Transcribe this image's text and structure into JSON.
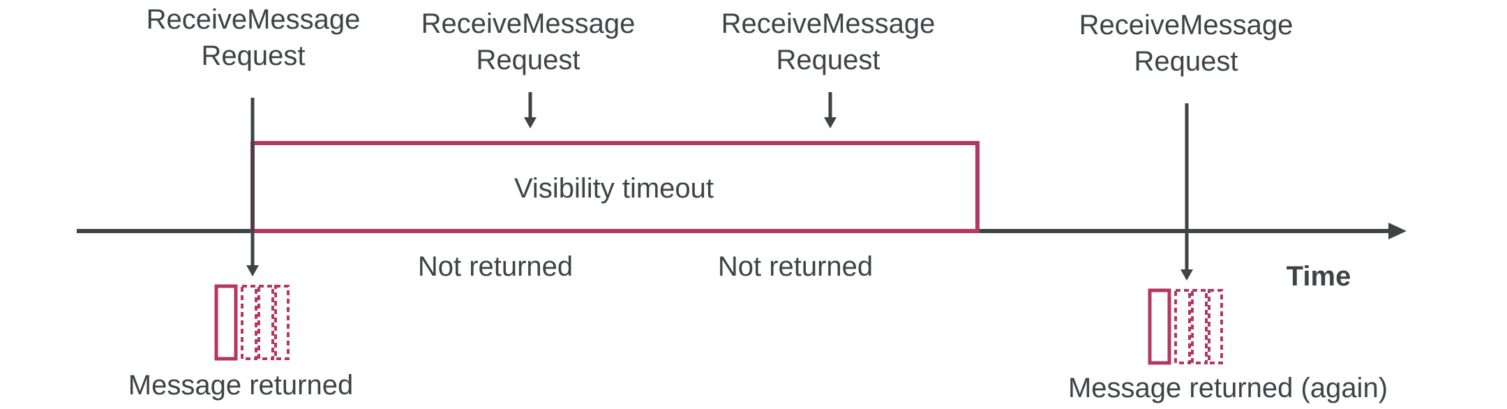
{
  "requests": [
    {
      "line1": "ReceiveMessage",
      "line2": "Request"
    },
    {
      "line1": "ReceiveMessage",
      "line2": "Request"
    },
    {
      "line1": "ReceiveMessage",
      "line2": "Request"
    },
    {
      "line1": "ReceiveMessage",
      "line2": "Request"
    }
  ],
  "visibility_timeout": "Visibility timeout",
  "not_returned": [
    "Not returned",
    "Not returned"
  ],
  "axis_label": "Time",
  "message_returned": "Message returned",
  "message_returned_again": "Message returned (again)",
  "colors": {
    "text": "#3e4346",
    "line": "#3e4346",
    "accent": "#b5365e"
  }
}
